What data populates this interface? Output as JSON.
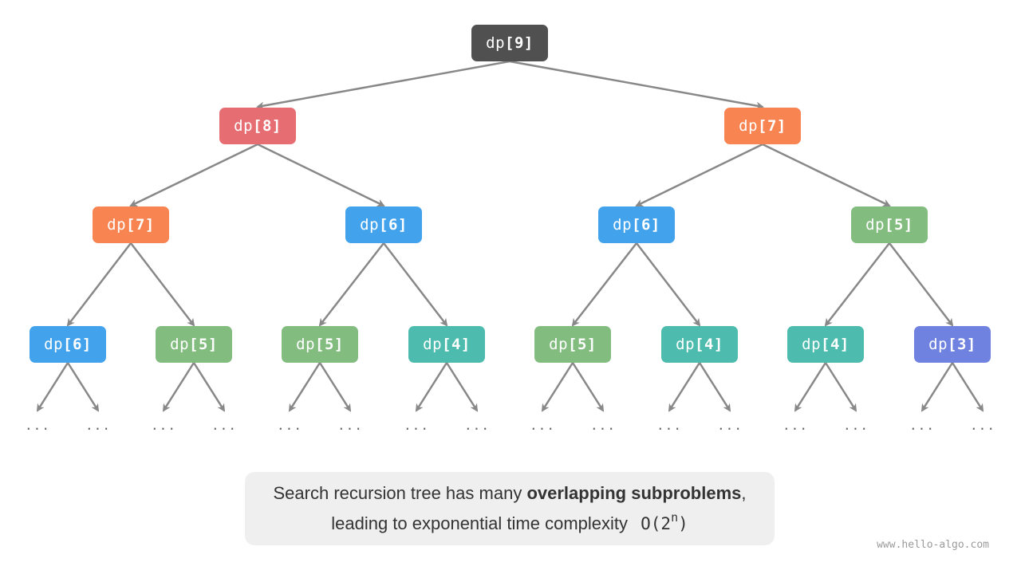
{
  "colors": {
    "edge": "#888888",
    "dp9": "#505050",
    "dp8": "#e66e72",
    "dp7": "#f88452",
    "dp6": "#42a3ec",
    "dp5": "#82bc7f",
    "dp4": "#4dbcae",
    "dp3": "#6f82e0"
  },
  "nodes": [
    {
      "id": "n0",
      "label": "dp",
      "index": "9",
      "key": "dp9"
    },
    {
      "id": "n1",
      "label": "dp",
      "index": "8",
      "key": "dp8"
    },
    {
      "id": "n2",
      "label": "dp",
      "index": "7",
      "key": "dp7"
    },
    {
      "id": "n3",
      "label": "dp",
      "index": "7",
      "key": "dp7"
    },
    {
      "id": "n4",
      "label": "dp",
      "index": "6",
      "key": "dp6"
    },
    {
      "id": "n5",
      "label": "dp",
      "index": "6",
      "key": "dp6"
    },
    {
      "id": "n6",
      "label": "dp",
      "index": "5",
      "key": "dp5"
    },
    {
      "id": "n7",
      "label": "dp",
      "index": "6",
      "key": "dp6"
    },
    {
      "id": "n8",
      "label": "dp",
      "index": "5",
      "key": "dp5"
    },
    {
      "id": "n9",
      "label": "dp",
      "index": "5",
      "key": "dp5"
    },
    {
      "id": "n10",
      "label": "dp",
      "index": "4",
      "key": "dp4"
    },
    {
      "id": "n11",
      "label": "dp",
      "index": "5",
      "key": "dp5"
    },
    {
      "id": "n12",
      "label": "dp",
      "index": "4",
      "key": "dp4"
    },
    {
      "id": "n13",
      "label": "dp",
      "index": "4",
      "key": "dp4"
    },
    {
      "id": "n14",
      "label": "dp",
      "index": "3",
      "key": "dp3"
    }
  ],
  "ellipsis": "...",
  "caption": {
    "line1_prefix": "Search recursion tree has many ",
    "line1_bold": "overlapping subproblems",
    "line1_suffix": ",",
    "line2_text": "leading to exponential time complexity",
    "complexity_base": "O(2",
    "complexity_exp": "n",
    "complexity_close": ")"
  },
  "watermark": "www.hello-algo.com"
}
